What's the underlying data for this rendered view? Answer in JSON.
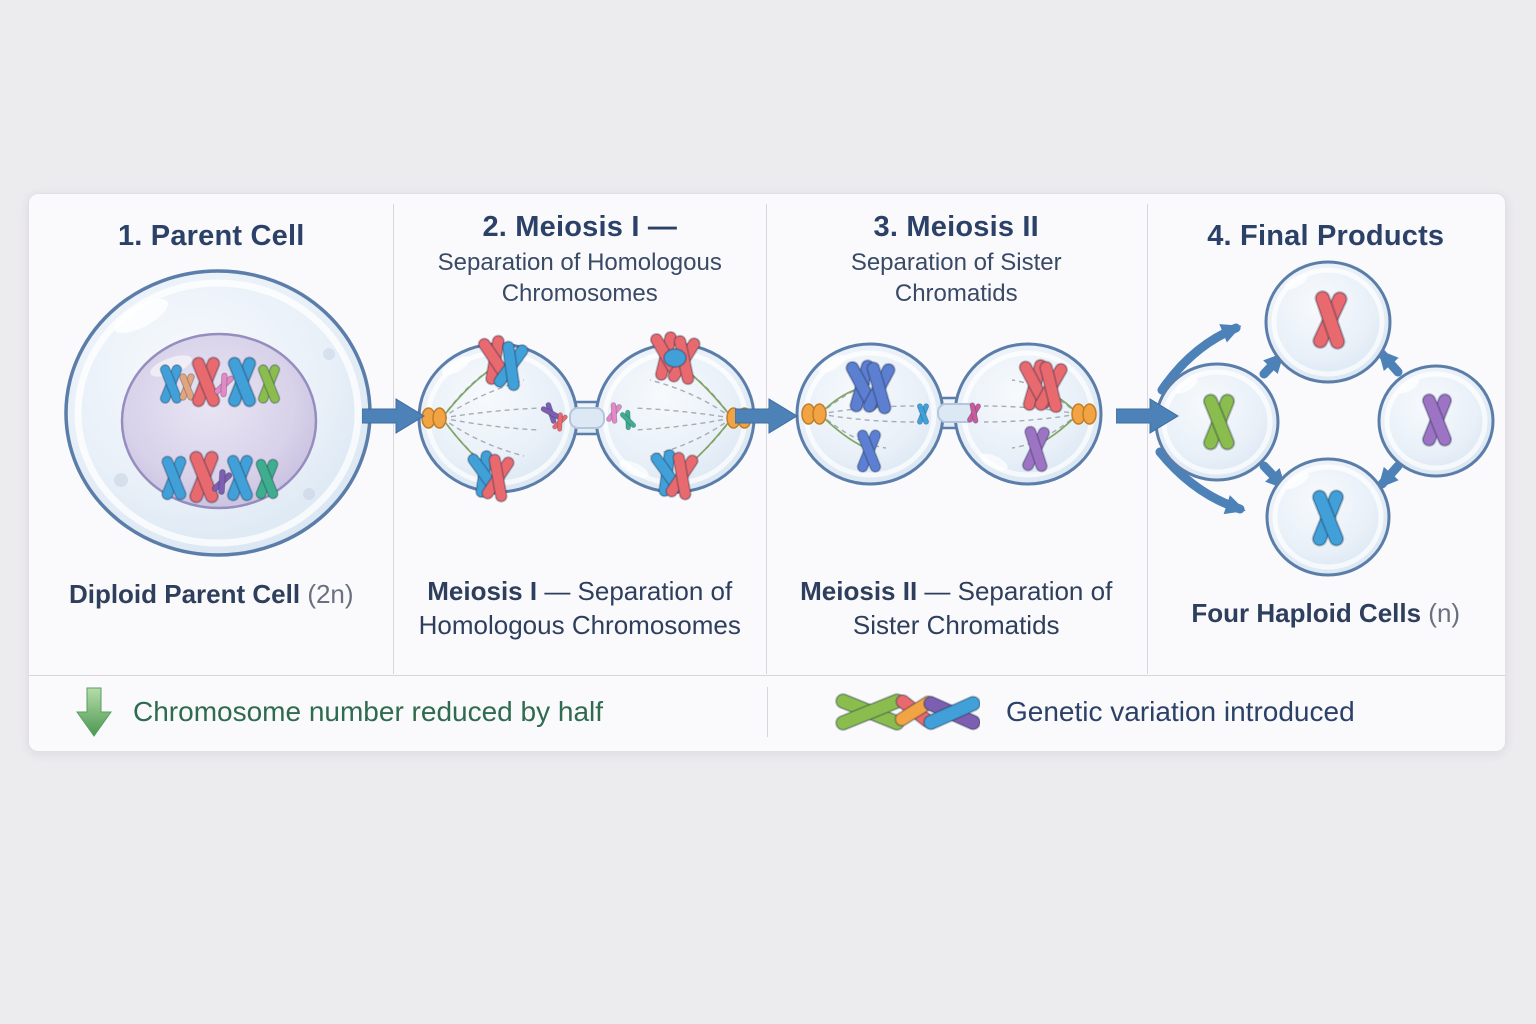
{
  "colors": {
    "page_bg": "#ecebee",
    "card_bg": "#faf9fb",
    "card_border": "#e2e0e5",
    "divider": "#d8d6db",
    "title": "#2b4168",
    "subtitle": "#394a66",
    "caption": "#2e3f5e",
    "caption_muted": "#6a7080",
    "arrow_blue": "#4d82b8",
    "cell_stroke": "#5a7da9",
    "nucleus_stroke": "#968dbf",
    "centrosome": "#f2a444",
    "spindle_green": "#7aa05a",
    "spindle_gray": "#9aa0ab",
    "footer_green_text": "#2e6b4f",
    "footer_blue_text": "#2b4168",
    "chr_red": "#e8696e",
    "chr_blue": "#41a0d8",
    "chr_indigo": "#5c7fd2",
    "chr_green": "#8abc4e",
    "chr_teal": "#3fae8f",
    "chr_purple": "#9d74c4",
    "chr_pink": "#e389c6",
    "chr_tan": "#e2a57e",
    "chr_magenta": "#c75b9b",
    "chr_violet": "#7c5fb0"
  },
  "panels": [
    {
      "id": "parent-cell",
      "title": "1. Parent Cell",
      "caption_strong": "Diploid Parent Cell",
      "caption_muted": " (2n)"
    },
    {
      "id": "meiosis-1",
      "title": "2. Meiosis I —",
      "subtitle": "Separation of Homologous Chromosomes",
      "caption_strong": "Meiosis I",
      "caption_rest": " — Separation of Homologous Chromosomes"
    },
    {
      "id": "meiosis-2",
      "title": "3. Meiosis II",
      "subtitle": "Separation of Sister Chromatids",
      "caption_strong": "Meiosis II",
      "caption_rest": " — Separation of Sister Chromatids"
    },
    {
      "id": "final-products",
      "title": "4. Final Products",
      "caption_strong": "Four Haploid Cells",
      "caption_muted": " (n)"
    }
  ],
  "footer": {
    "left_label": "Chromosome number reduced by half",
    "right_label": "Genetic variation introduced"
  },
  "icons": {
    "down_arrow": "green-down-arrow",
    "crossover": "crossed-chromosomes",
    "flow_arrow": "blue-right-arrow"
  }
}
